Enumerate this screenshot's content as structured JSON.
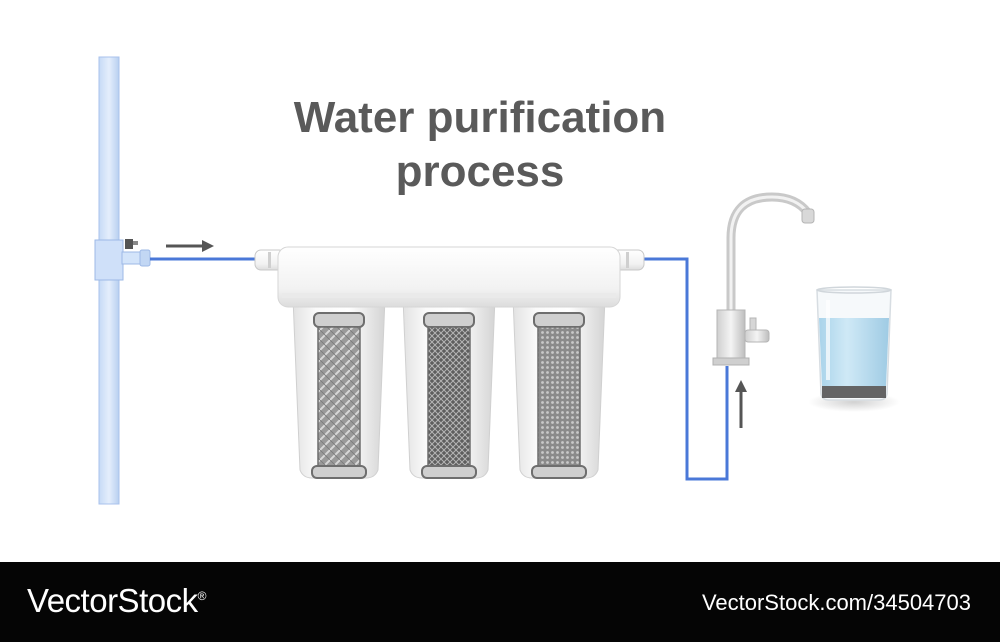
{
  "title": {
    "line1": "Water purification",
    "line2": "process"
  },
  "footer": {
    "brand": "VectorStock",
    "brand_mark": "®",
    "image_id": "VectorStock.com/34504703"
  },
  "colors": {
    "pipe": "#4a78d8",
    "main_pipe": "#d3e4fa",
    "water": "#b7dcef",
    "arrow": "#555555",
    "title": "#5a5a5a"
  },
  "diagram": {
    "filter_cartridges": 3,
    "icons": [
      "main-pipe-icon",
      "valve-icon",
      "filter-housing-icon",
      "cartridge-icon",
      "faucet-icon",
      "water-glass-icon",
      "flow-arrow-icon"
    ]
  }
}
